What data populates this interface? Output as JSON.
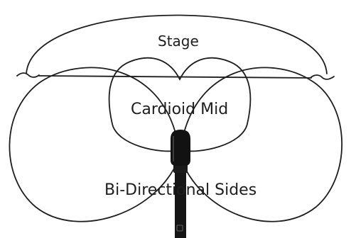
{
  "labels": {
    "stage": "Stage",
    "cardioid_mid": "Cardioid Mid",
    "bi_directional_sides": "Bi-Directional Sides"
  },
  "colors": {
    "line": "#1e1e1e",
    "mic_body": "#151515",
    "background": "#ffffff"
  }
}
